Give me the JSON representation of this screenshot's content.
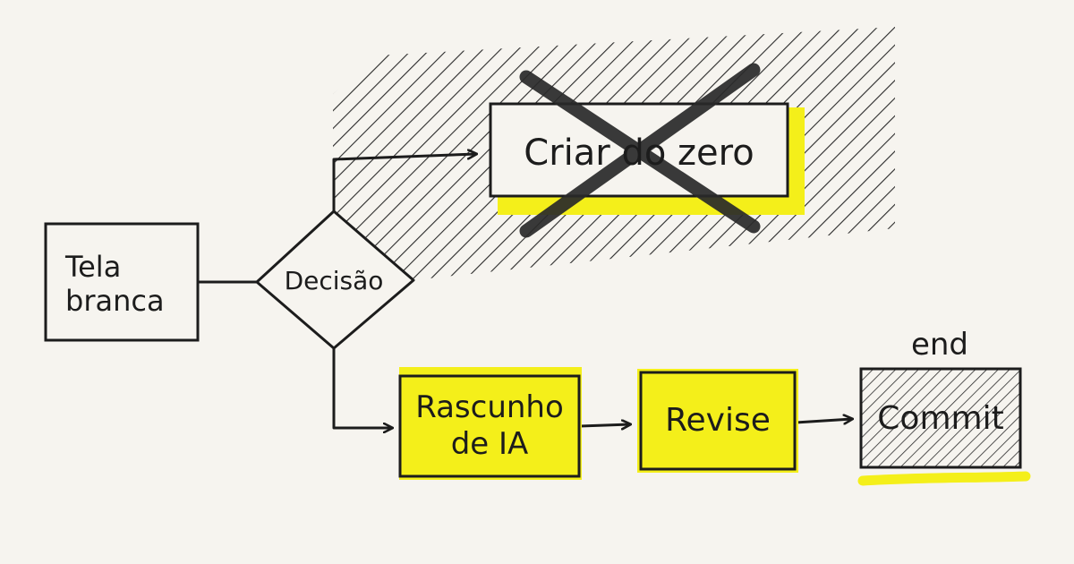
{
  "colors": {
    "background": "#f6f4ef",
    "ink": "#1c1c1c",
    "highlight": "#f4ef1a",
    "hatch": "#2a2a2a"
  },
  "diagram": {
    "nodes": {
      "blank_screen": {
        "label": "Tela\nbranca"
      },
      "decision": {
        "label": "Decisão"
      },
      "create_from_scratch": {
        "label": "Criar do zero",
        "state": "crossed-out"
      },
      "ai_draft": {
        "label": "Rascunho\nde IA",
        "state": "highlighted"
      },
      "revise": {
        "label": "Revise",
        "state": "highlighted"
      },
      "commit": {
        "label": "Commit",
        "state": "hatched"
      }
    },
    "end_label": "end",
    "edges": [
      {
        "from": "blank_screen",
        "to": "decision"
      },
      {
        "from": "decision",
        "to": "create_from_scratch"
      },
      {
        "from": "decision",
        "to": "ai_draft"
      },
      {
        "from": "ai_draft",
        "to": "revise"
      },
      {
        "from": "revise",
        "to": "commit"
      }
    ]
  }
}
